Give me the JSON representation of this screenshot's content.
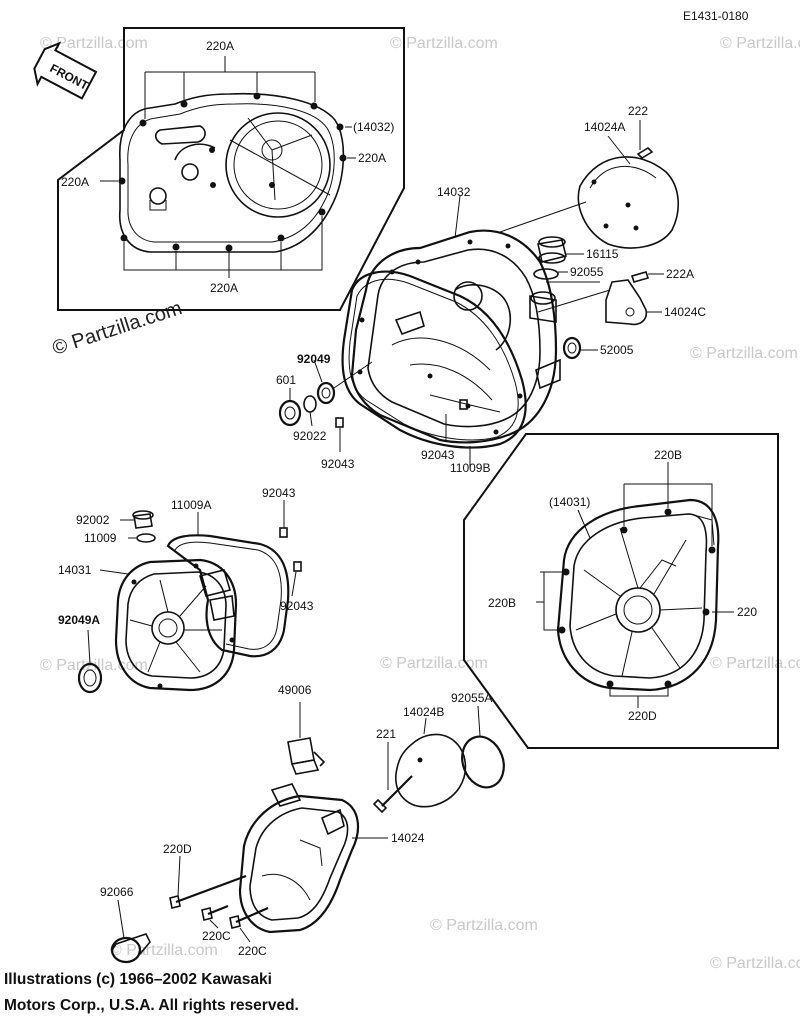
{
  "diagram_id": "E1431-0180",
  "front_arrow_label": "FRONT",
  "watermarks": {
    "partzilla": "© Partzilla.com"
  },
  "labels": {
    "l_220A_top": "220A",
    "l_14032_paren": "(14032)",
    "l_220A_right": "220A",
    "l_220A_left": "220A",
    "l_220A_bottom": "220A",
    "l_222": "222",
    "l_14024A": "14024A",
    "l_14032": "14032",
    "l_16115": "16115",
    "l_92055": "92055",
    "l_222A": "222A",
    "l_14024C": "14024C",
    "l_52005": "52005",
    "l_92049": "92049",
    "l_601": "601",
    "l_92022": "92022",
    "l_92043_a": "92043",
    "l_92043_b": "92043",
    "l_11009B": "11009B",
    "l_220B_top": "220B",
    "l_14031_paren": "(14031)",
    "l_220B_left": "220B",
    "l_220_right": "220",
    "l_220D_box": "220D",
    "l_92002": "92002",
    "l_11009A": "11009A",
    "l_92043_c": "92043",
    "l_11009": "11009",
    "l_14031": "14031",
    "l_92043_d": "92043",
    "l_92049A": "92049A",
    "l_49006": "49006",
    "l_92055A": "92055A",
    "l_14024B": "14024B",
    "l_221": "221",
    "l_14024": "14024",
    "l_220D": "220D",
    "l_92066": "92066",
    "l_220C_a": "220C",
    "l_220C_b": "220C"
  },
  "copyright": {
    "line1": "Illustrations (c) 1966–2002 Kawasaki",
    "line2": "Motors Corp., U.S.A.  All rights reserved."
  }
}
